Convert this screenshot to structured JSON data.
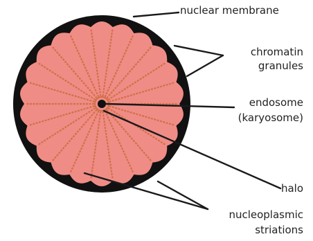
{
  "labels": {
    "nuclear_membrane": "nuclear membrane",
    "chromatin": [
      "chromatin",
      "granules"
    ],
    "endosome": [
      "endosome",
      "(karyosome)"
    ],
    "halo": "halo",
    "striations": [
      "nucleoplasmic",
      "striations"
    ]
  },
  "colors": {
    "membrane": "#111111",
    "lobes": "#f08c86",
    "striation": "#d07048",
    "leader": "#1a1a1a"
  }
}
